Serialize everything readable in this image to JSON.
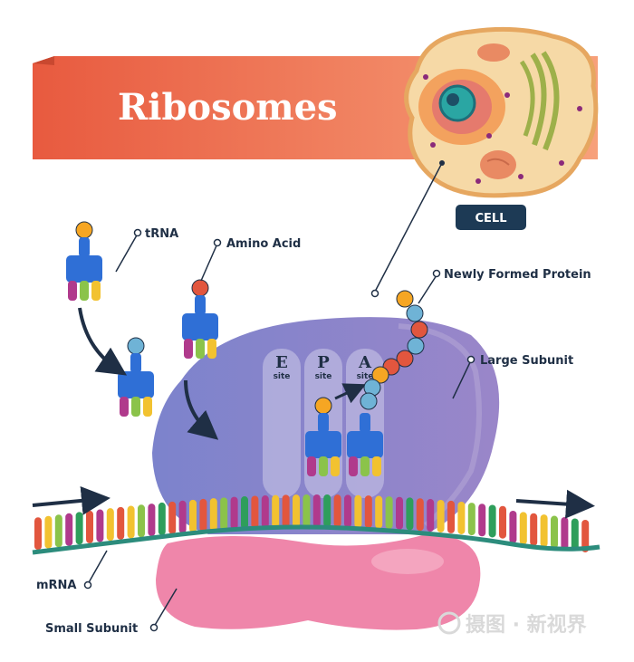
{
  "title": "Ribosomes",
  "labels": {
    "cell": "CELL",
    "trna": "tRNA",
    "amino_acid": "Amino Acid",
    "newly_formed_protein": "Newly Formed Protein",
    "large_subunit": "Large Subunit",
    "mrna": "mRNA",
    "small_subunit": "Small Subunit"
  },
  "sites": [
    {
      "letter": "E",
      "word": "site"
    },
    {
      "letter": "P",
      "word": "site"
    },
    {
      "letter": "A",
      "word": "site"
    }
  ],
  "watermark": "摄图 · 新视界",
  "colors": {
    "banner": "#ee6a50",
    "large_subunit": "#8b83c9",
    "small_subunit": "#ef7fa4",
    "trna": "#2f6fd6",
    "mrna_backbone": "#2c8c7c",
    "amino_orange": "#f6a623",
    "amino_blue": "#6fb3d6",
    "amino_red": "#e2563e",
    "dark": "#1f2f45"
  },
  "icons": [
    "arrow-right-icon",
    "curved-arrow-icon",
    "cell-icon"
  ]
}
